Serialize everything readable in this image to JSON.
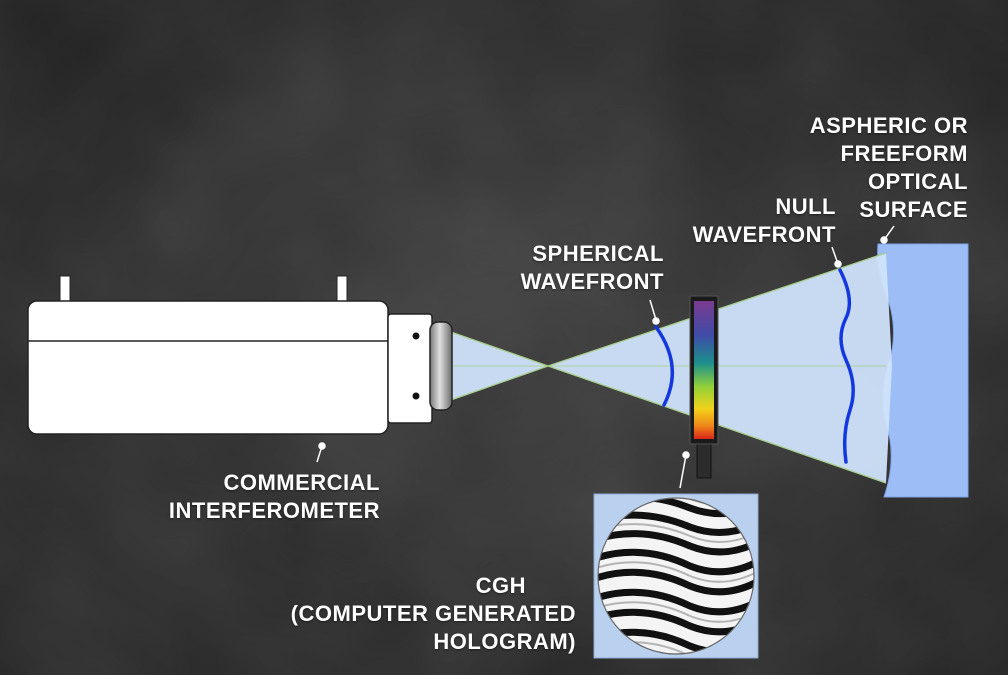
{
  "labels": {
    "interferometer": [
      "COMMERCIAL",
      "INTERFEROMETER"
    ],
    "spherical_wavefront": [
      "SPHERICAL",
      "WAVEFRONT"
    ],
    "null_wavefront": [
      "NULL",
      "WAVEFRONT"
    ],
    "surface": [
      "ASPHERIC OR",
      "FREEFORM",
      "OPTICAL",
      "SURFACE"
    ],
    "cgh": [
      "CGH",
      "(COMPUTER GENERATED",
      "HOLOGRAM)"
    ]
  },
  "colors": {
    "background": "#2a2a2a",
    "beam": "#cfe3fb",
    "beam_edge": "#a8cf8a",
    "wavefront": "#1438e0",
    "surface": "#9dbdf7",
    "device_body": "#ffffff",
    "text": "#ffffff"
  },
  "icons": {
    "interferometer": "interferometer-device-icon",
    "cgh_plate": "cgh-plate-icon",
    "hologram_fringes": "hologram-fringe-pattern-icon"
  }
}
